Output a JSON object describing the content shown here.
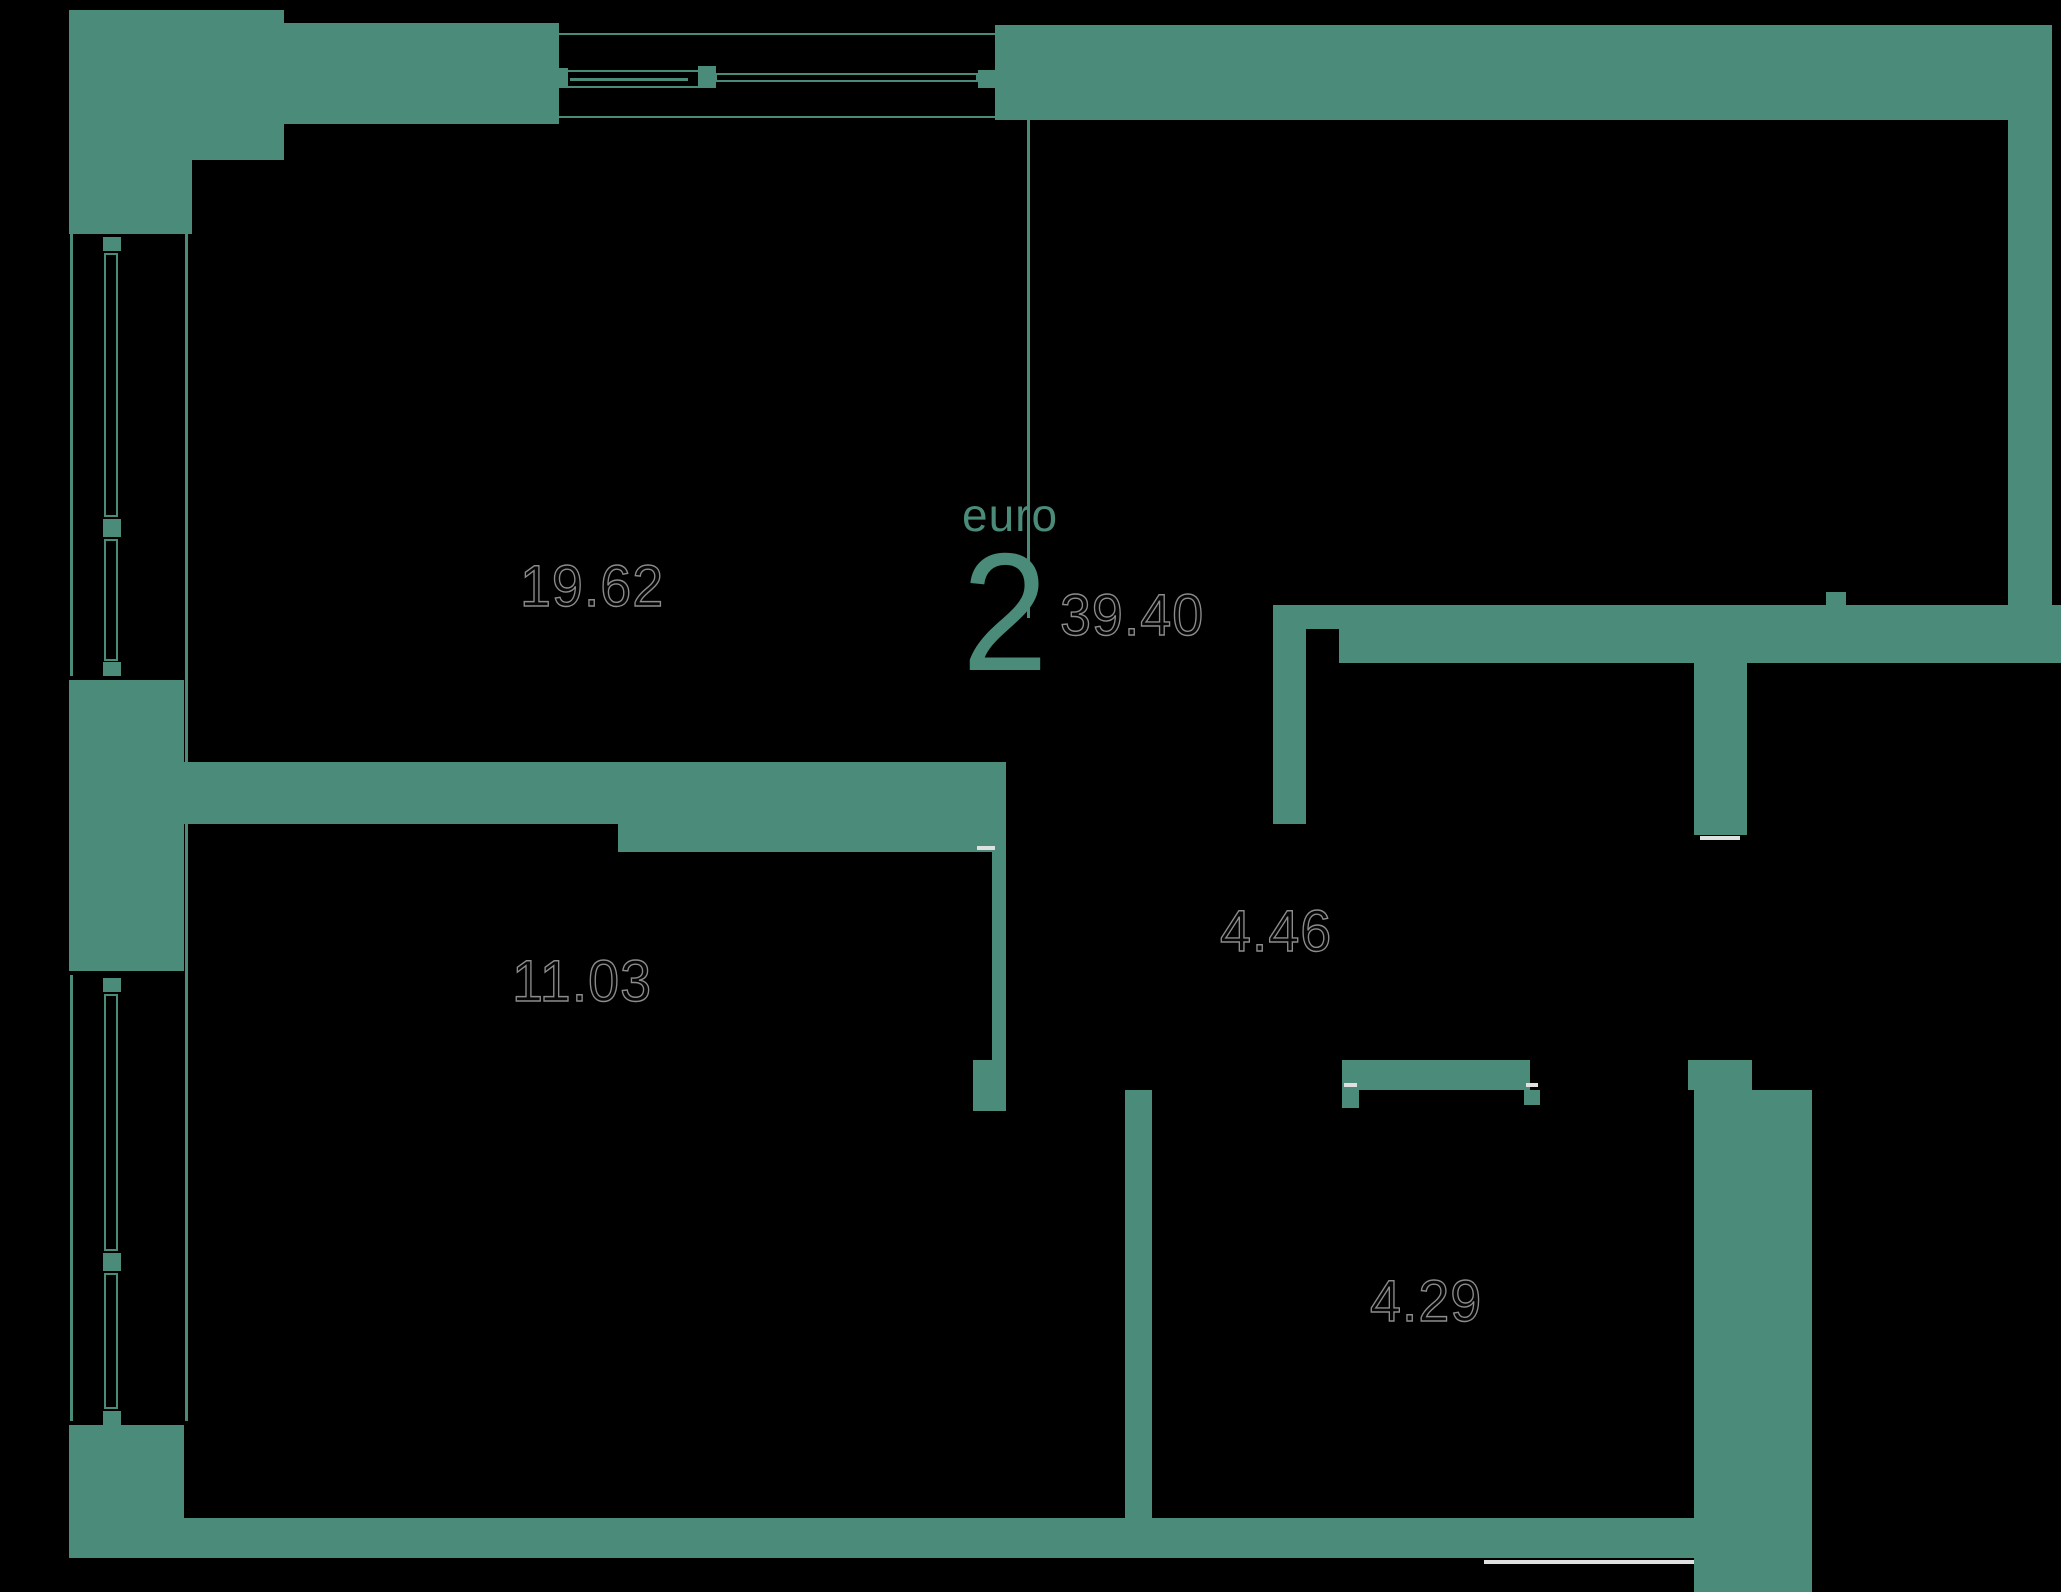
{
  "plan": {
    "format_label": "euro",
    "room_count": "2",
    "total_area": "39.40",
    "areas": {
      "living_kitchen": "19.62",
      "bedroom": "11.03",
      "hall": "4.46",
      "bathroom": "4.29"
    },
    "colors": {
      "wall": "#4a8b79",
      "background": "#000000",
      "digit_outline": "#8c8c8c",
      "frame_mark": "#e0e0e0"
    }
  }
}
